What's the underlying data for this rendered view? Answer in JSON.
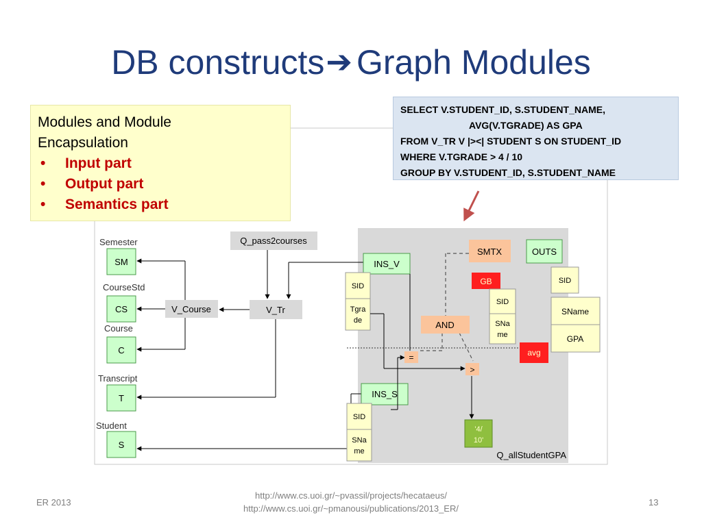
{
  "slide": {
    "title_left": "DB constructs",
    "title_right": "Graph Modules",
    "note": {
      "line1": "Modules and Module",
      "line2": "Encapsulation",
      "bullets": [
        "Input part",
        "Output part",
        "Semantics part"
      ]
    },
    "sql": {
      "line1": "SELECT  V.STUDENT_ID, S.STUDENT_NAME,",
      "line2": "AVG(V.TGRADE) AS GPA",
      "line3": "FROM V_TR V |><| STUDENT S ON STUDENT_ID",
      "line4": "WHERE V.TGRADE > 4 / 10",
      "line5": "GROUP BY V.STUDENT_ID, S.STUDENT_NAME"
    },
    "footer": {
      "left": "ER 2013",
      "url1": "http://www.cs.uoi.gr/~pvassil/projects/hecataeus/",
      "url2": "http://www.cs.uoi.gr/~pmanousi/publications/2013_ER/",
      "page": "13"
    }
  },
  "diagram": {
    "tables": {
      "semester": {
        "label": "Semester",
        "node": "SM"
      },
      "coursestd": {
        "label": "CourseStd",
        "node": "CS"
      },
      "course": {
        "label": "Course",
        "node": "C"
      },
      "transcript": {
        "label": "Transcript",
        "node": "T"
      },
      "student": {
        "label": "Student",
        "node": "S"
      }
    },
    "v_course": "V_Course",
    "v_tr": "V_Tr",
    "q_pass": "Q_pass2courses",
    "module_name": "Q_allStudentGPA",
    "ins_v": {
      "label": "INS_V",
      "attrs": [
        "SID",
        "Tgra",
        "de"
      ]
    },
    "ins_s": {
      "label": "INS_S",
      "attrs": [
        "SID",
        "SNa",
        "me"
      ]
    },
    "smtx": "SMTX",
    "gb": {
      "label": "GB",
      "attrs": [
        "SID",
        "SNa",
        "me"
      ]
    },
    "and": "AND",
    "eq": "=",
    "gt": ">",
    "constant": [
      "'4/",
      "10'"
    ],
    "avg": "avg",
    "outs": {
      "label": "OUTS",
      "attrs": [
        "SID",
        "SName",
        "GPA"
      ]
    }
  },
  "colors": {
    "title": "#1f3b7a",
    "note_bg": "#ffffcc",
    "bullet": "#c00000",
    "sql_bg": "#dbe5f1",
    "node_green": "#ccffcc",
    "node_green_border": "#4a9a4a",
    "attr_yellow": "#ffffcc",
    "op_orange": "#fbc49b",
    "gb_red": "#ff1f1f",
    "const_green": "#8fbf3f",
    "module_gray": "#d9d9d9",
    "box_gray": "#d9d9d9"
  }
}
